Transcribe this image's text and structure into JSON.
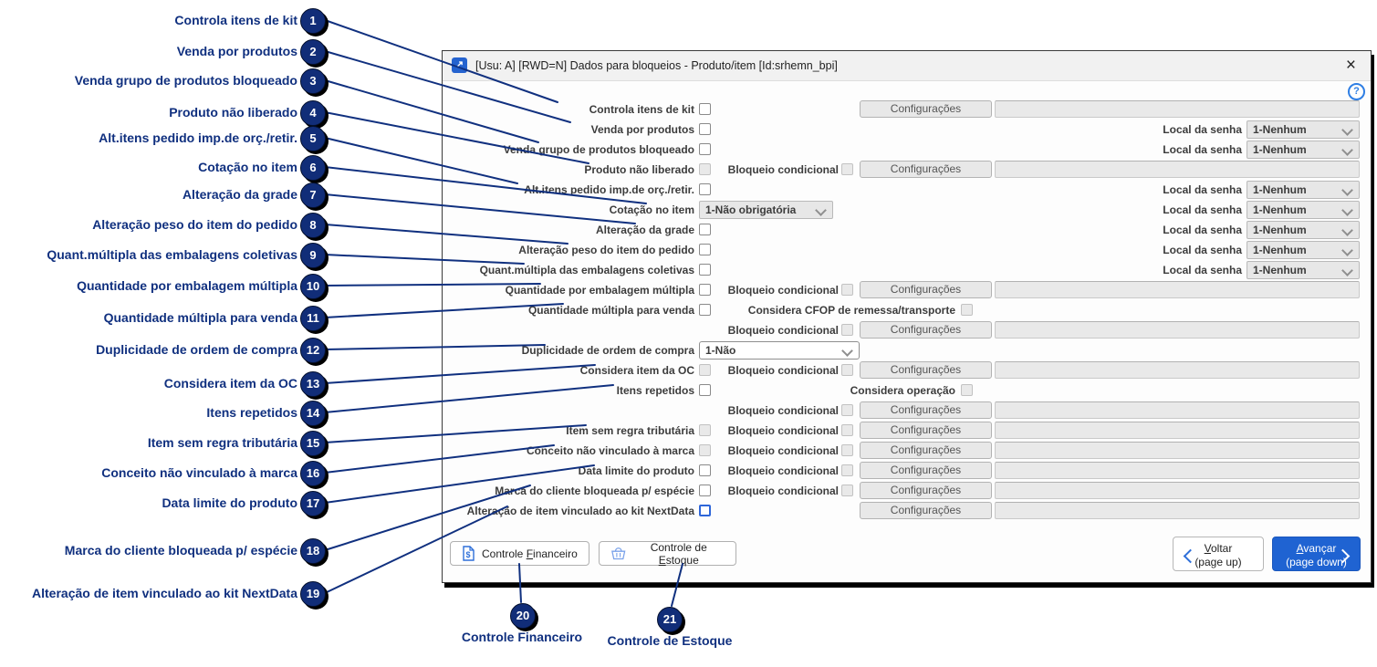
{
  "window": {
    "title": "[Usu: A] [RWD=N] Dados para bloqueios - Produto/item [Id:srhemn_bpi]",
    "close_glyph": "×",
    "help_glyph": "?",
    "app_icon_glyph": "↗"
  },
  "labels": {
    "configuracoes": "Configurações",
    "local_da_senha": "Local da senha",
    "senha_value": "1-Nenhum",
    "bloqueio_condicional": "Bloqueio condicional"
  },
  "rows": [
    {
      "label": "Controla itens de kit",
      "control": "checkbox",
      "state": "enabled",
      "value": "",
      "mid": null,
      "right": "config"
    },
    {
      "label": "Venda por produtos",
      "control": "checkbox",
      "state": "enabled",
      "value": "",
      "mid": null,
      "right": "senha"
    },
    {
      "label": "Venda grupo de produtos bloqueado",
      "control": "checkbox",
      "state": "enabled",
      "value": "",
      "mid": null,
      "right": "senha"
    },
    {
      "label": "Produto não liberado",
      "control": "checkbox",
      "state": "disabled",
      "value": "",
      "mid": "Bloqueio condicional",
      "right": "config"
    },
    {
      "label": "Alt.itens pedido imp.de orç./retir.",
      "control": "checkbox",
      "state": "enabled",
      "value": "",
      "mid": null,
      "right": "senha"
    },
    {
      "label": "Cotação no item",
      "control": "select",
      "state": "disabled",
      "value": "1-Não obrigatória",
      "mid": null,
      "right": "senha"
    },
    {
      "label": "Alteração da grade",
      "control": "checkbox",
      "state": "enabled",
      "value": "",
      "mid": null,
      "right": "senha"
    },
    {
      "label": "Alteração peso do item do pedido",
      "control": "checkbox",
      "state": "enabled",
      "value": "",
      "mid": null,
      "right": "senha"
    },
    {
      "label": "Quant.múltipla das embalagens coletivas",
      "control": "checkbox",
      "state": "enabled",
      "value": "",
      "mid": null,
      "right": "senha"
    },
    {
      "label": "Quantidade por embalagem múltipla",
      "control": "checkbox",
      "state": "enabled",
      "value": "",
      "mid": "Bloqueio condicional",
      "right": "config"
    },
    {
      "label": "Quantidade múltipla para venda",
      "control": "checkbox",
      "state": "enabled",
      "value": "",
      "mid": "Considera CFOP de remessa/transporte",
      "right": "none"
    },
    {
      "label": "",
      "control": "none",
      "state": "",
      "value": "",
      "mid": "Bloqueio condicional",
      "right": "config"
    },
    {
      "label": "Duplicidade de ordem de compra",
      "control": "select",
      "state": "enabled",
      "value": "1-Não",
      "mid": null,
      "right": "none"
    },
    {
      "label": "Considera item da OC",
      "control": "checkbox",
      "state": "disabled",
      "value": "",
      "mid": "Bloqueio condicional",
      "right": "config"
    },
    {
      "label": "Itens repetidos",
      "control": "checkbox",
      "state": "enabled",
      "value": "",
      "mid": "Considera operação",
      "right": "none"
    },
    {
      "label": "",
      "control": "none",
      "state": "",
      "value": "",
      "mid": "Bloqueio condicional",
      "right": "config"
    },
    {
      "label": "Item sem regra tributária",
      "control": "checkbox",
      "state": "disabled",
      "value": "",
      "mid": "Bloqueio condicional",
      "right": "config"
    },
    {
      "label": "Conceito não vinculado à marca",
      "control": "checkbox",
      "state": "disabled",
      "value": "",
      "mid": "Bloqueio condicional",
      "right": "config"
    },
    {
      "label": "Data limite do produto",
      "control": "checkbox",
      "state": "enabled",
      "value": "",
      "mid": "Bloqueio condicional",
      "right": "config"
    },
    {
      "label": "Marca do cliente bloqueada p/ espécie",
      "control": "checkbox",
      "state": "enabled",
      "value": "",
      "mid": "Bloqueio condicional",
      "right": "config"
    },
    {
      "label": "Alteração de item vinculado ao kit NextData",
      "control": "checkbox",
      "state": "focused",
      "value": "",
      "mid": null,
      "right": "config"
    }
  ],
  "footer": {
    "financeiro": {
      "pre": "Controle ",
      "u": "F",
      "rest": "inanceiro"
    },
    "estoque": {
      "pre": "Controle de ",
      "u": "E",
      "rest": "stoque"
    },
    "voltar": {
      "u": "V",
      "rest": "oltar",
      "line2": "(page up)"
    },
    "avancar": {
      "u": "A",
      "rest": "vançar",
      "line2": "(page down)"
    }
  },
  "callouts": {
    "left": [
      {
        "num": "1",
        "label": "Controla itens de kit"
      },
      {
        "num": "2",
        "label": "Venda por produtos"
      },
      {
        "num": "3",
        "label": "Venda grupo de produtos bloqueado"
      },
      {
        "num": "4",
        "label": "Produto não liberado"
      },
      {
        "num": "5",
        "label": "Alt.itens pedido imp.de orç./retir."
      },
      {
        "num": "6",
        "label": "Cotação no item"
      },
      {
        "num": "7",
        "label": "Alteração da grade"
      },
      {
        "num": "8",
        "label": "Alteração peso do item do pedido"
      },
      {
        "num": "9",
        "label": "Quant.múltipla das embalagens coletivas"
      },
      {
        "num": "10",
        "label": "Quantidade por embalagem múltipla"
      },
      {
        "num": "11",
        "label": "Quantidade múltipla para venda"
      },
      {
        "num": "12",
        "label": "Duplicidade de ordem de compra"
      },
      {
        "num": "13",
        "label": "Considera item da OC"
      },
      {
        "num": "14",
        "label": "Itens repetidos"
      },
      {
        "num": "15",
        "label": "Item sem regra tributária"
      },
      {
        "num": "16",
        "label": "Conceito não vinculado à marca"
      },
      {
        "num": "17",
        "label": "Data limite do produto"
      },
      {
        "num": "18",
        "label": "Marca do cliente bloqueada p/ espécie"
      },
      {
        "num": "19",
        "label": "Alteração de item vinculado ao kit NextData"
      }
    ],
    "bottom": [
      {
        "num": "20",
        "label": "Controle Financeiro"
      },
      {
        "num": "21",
        "label": "Controle de Estoque"
      }
    ]
  },
  "colors": {
    "annotation_navy": "#10307f",
    "focus_blue": "#2e66d9",
    "primary_button_blue": "#1f63d2",
    "help_blue": "#2e7ee4"
  }
}
